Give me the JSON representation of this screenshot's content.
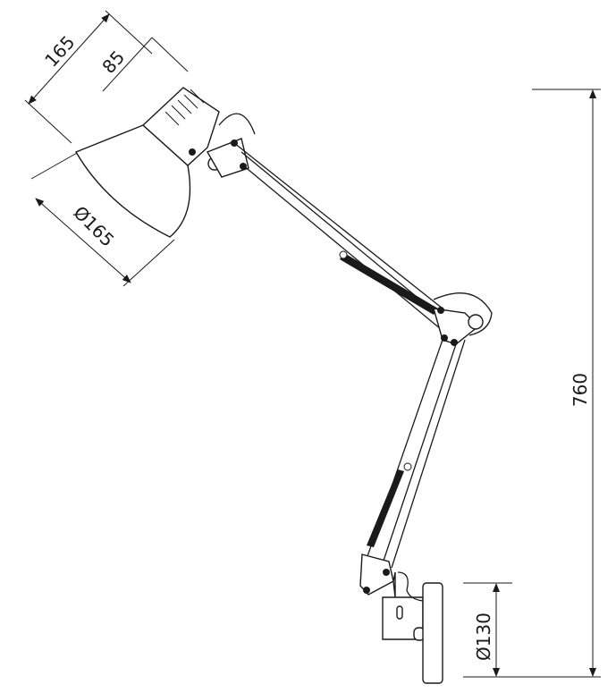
{
  "drawing": {
    "dimensions": {
      "shade_length": "165",
      "shade_neck": "85",
      "shade_diameter": "Ø165",
      "total_height": "760",
      "base_diameter": "Ø130"
    },
    "line_color": "#1a1a1a"
  }
}
